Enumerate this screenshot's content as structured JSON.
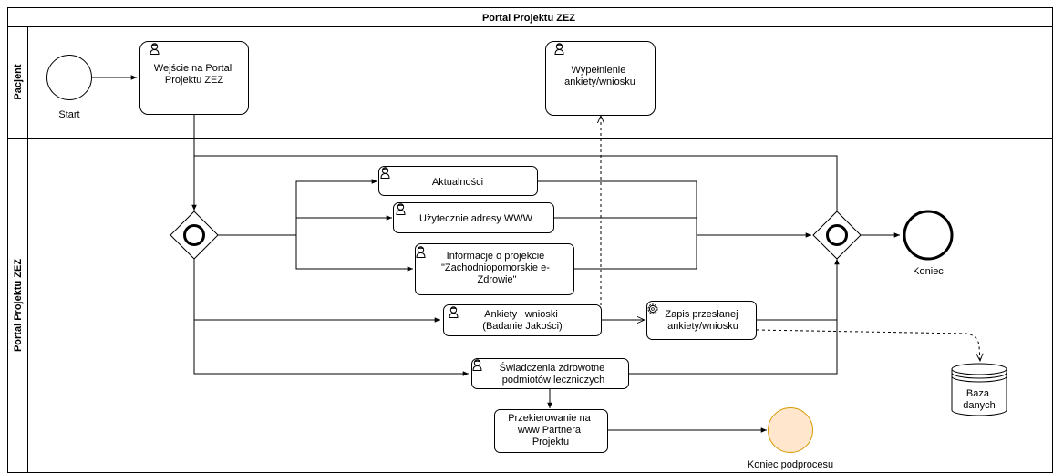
{
  "pool": {
    "title": "Portal Projektu ZEZ"
  },
  "lanes": [
    {
      "id": "pacjent",
      "title": "Pacjent"
    },
    {
      "id": "portal",
      "title": "Portal Projektu ZEZ"
    }
  ],
  "events": {
    "start": "Start",
    "end": "Koniec",
    "subprocess_end": "Koniec podprocesu"
  },
  "tasks": {
    "enter_portal": [
      "Wejście na Portal",
      "Projektu ZEZ"
    ],
    "fill_form": [
      "Wypełnienie",
      "ankiety/wniosku"
    ],
    "news": [
      "Aktualności"
    ],
    "useful_links": [
      "Użytecznie adresy WWW"
    ],
    "project_info": [
      "Informacje o projekcie",
      "\"Zachodniopomorskie e-",
      "Zdrowie\""
    ],
    "surveys": [
      "Ankiety i wnioski",
      "(Badanie Jakości)"
    ],
    "save_form": [
      "Zapis przesłanej",
      "ankiety/wniosku"
    ],
    "health_services": [
      "Świadczenia zdrowotne",
      "podmiotów leczniczych"
    ],
    "redirect": [
      "Przekierowanie na",
      "www Partnera",
      "Projektu"
    ]
  },
  "data_store": [
    "Baza",
    "danych"
  ],
  "colors": {
    "stroke": "#000000",
    "background": "#ffffff",
    "subprocess_end_fill": "#ffe6cc",
    "subprocess_end_stroke": "#d79b00"
  },
  "icons": {
    "user_task": "user-icon",
    "service_task": "gear-icon",
    "gateway": "inclusive-gateway-icon"
  }
}
